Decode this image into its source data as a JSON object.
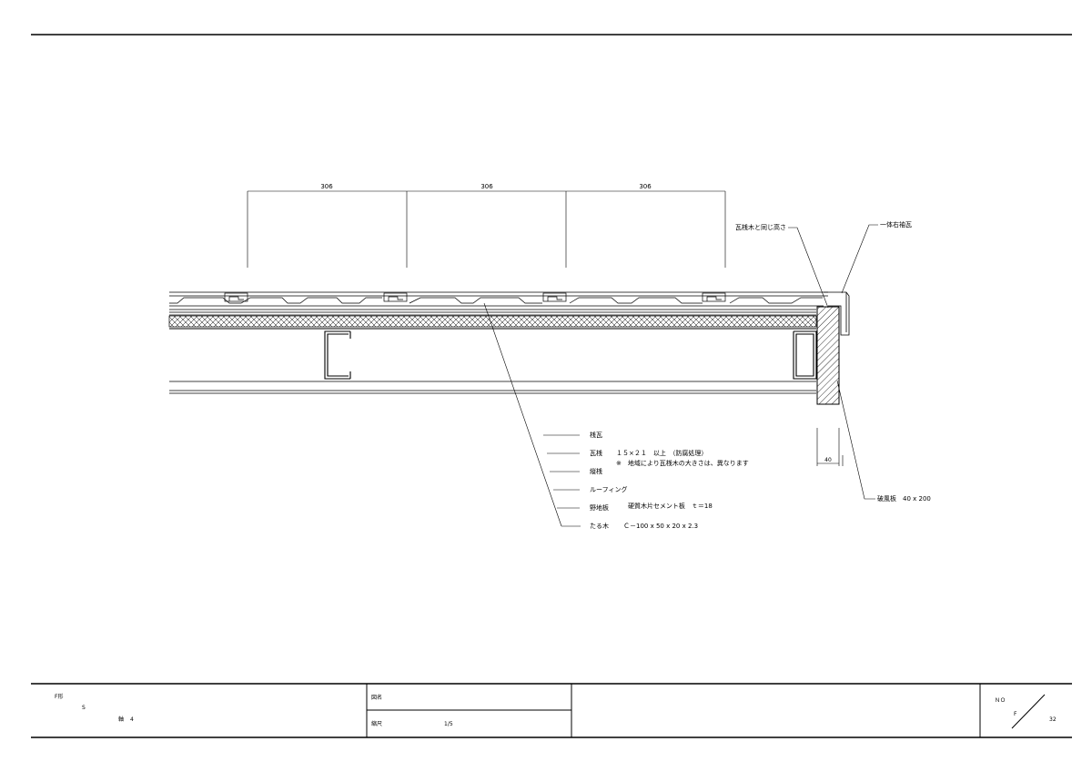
{
  "dimensions": {
    "spans": [
      "306",
      "306",
      "306"
    ],
    "small_width": "40"
  },
  "callouts": {
    "same_height": "瓦桟木と同じ高さ",
    "integrated_verge_tile": "一体右袖瓦",
    "verge_board": "破風板　40 x 200"
  },
  "layers": [
    {
      "label": "桟瓦",
      "note": "",
      "sub": ""
    },
    {
      "label": "瓦桟",
      "note": "１５×２１　以上　（防腐処理）",
      "sub": "※　地域により瓦桟木の大きさは、異なります"
    },
    {
      "label": "縦桟",
      "note": "",
      "sub": ""
    },
    {
      "label": "ルーフィング",
      "note": "",
      "sub": ""
    },
    {
      "label": "野地板",
      "note": "硬質木片セメント板　ｔ＝18",
      "sub": ""
    },
    {
      "label": "たる木",
      "note": "Ｃ－100 x 50 x 20 x 2.3",
      "sub": ""
    }
  ],
  "title_block": {
    "left_line1": "F形",
    "left_line2": "S",
    "left_line3_label": "軸",
    "left_line3_value": "4",
    "drawing_name_label": "図名",
    "drawing_name_value": "",
    "scale_label": "縮尺",
    "scale_value": "1/5",
    "no_label": "ＮＯ",
    "no_letter": "F",
    "no_number": "32"
  }
}
